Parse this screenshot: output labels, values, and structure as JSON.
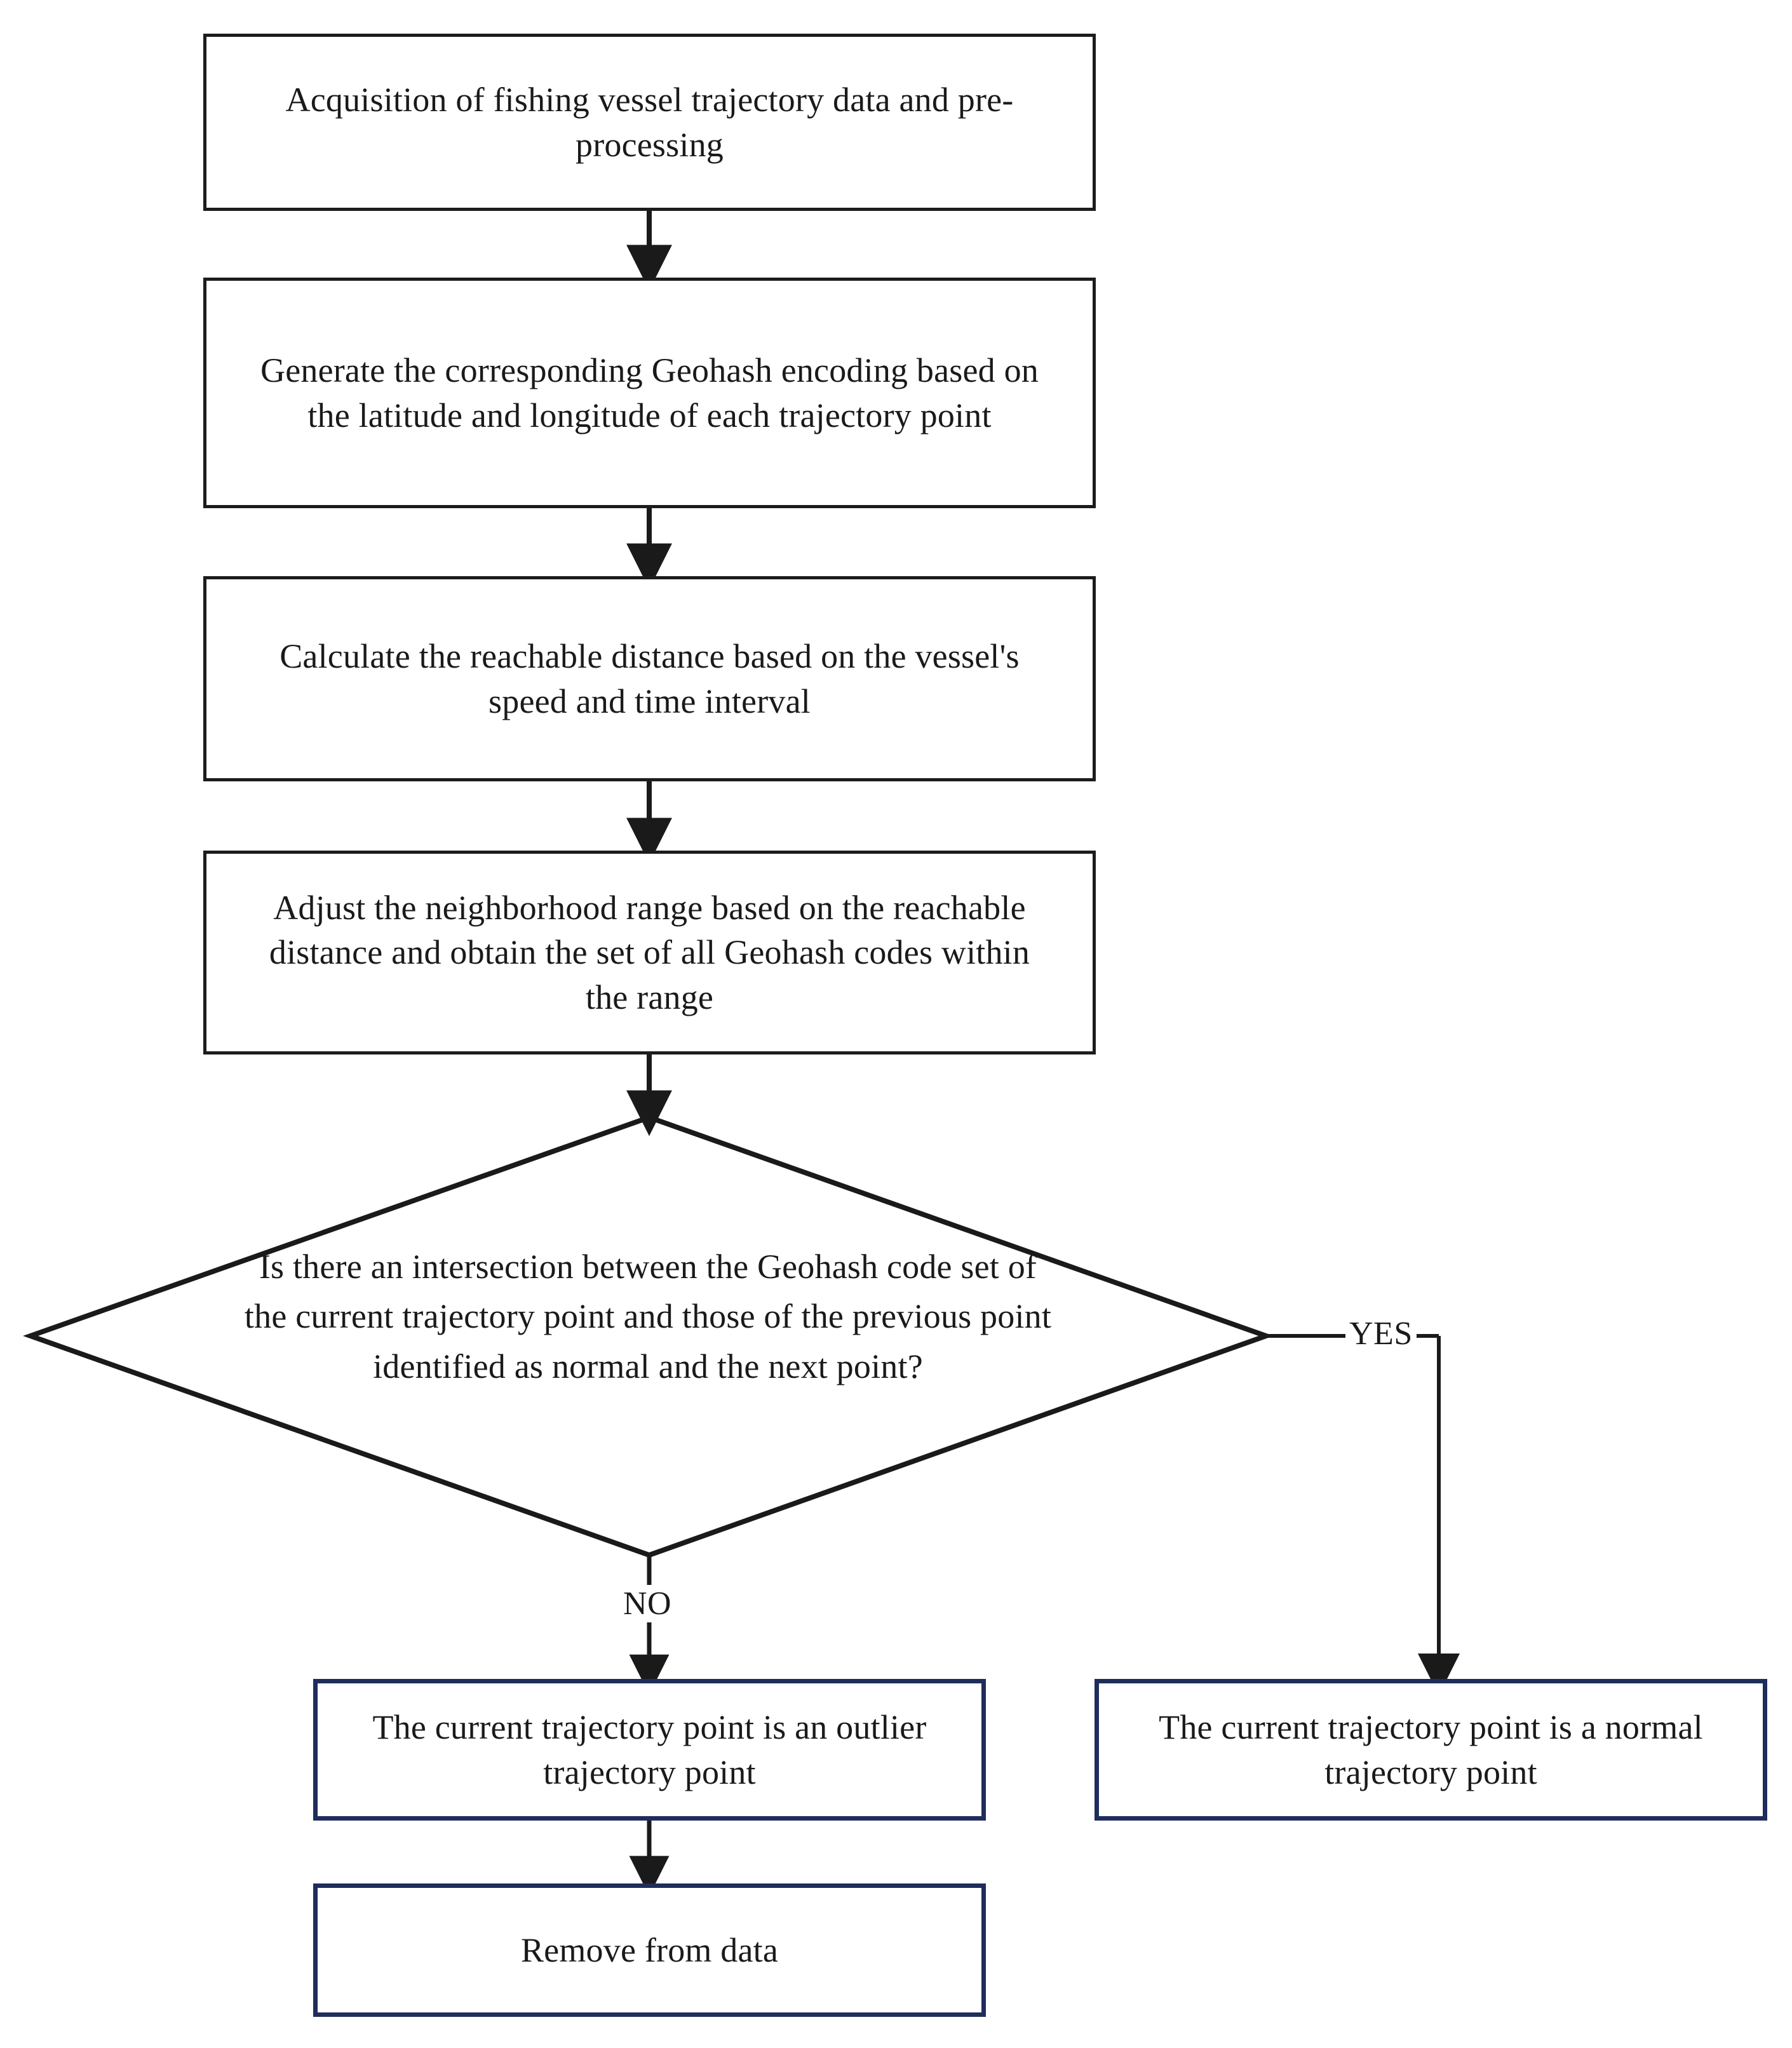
{
  "diagram": {
    "type": "flowchart",
    "title": "Fishing vessel trajectory outlier detection flowchart",
    "orientation": "top-to-bottom",
    "colors": {
      "process_border": "#1c1c1c",
      "result_border": "#1f2d5c",
      "connector": "#1a1a1a",
      "background": "#ffffff",
      "text": "#1a1a1a"
    },
    "nodes": {
      "step1": {
        "shape": "rectangle",
        "text": "Acquisition of fishing vessel trajectory data and pre-processing"
      },
      "step2": {
        "shape": "rectangle",
        "text": "Generate the corresponding Geohash encoding based on the latitude and longitude of each trajectory point"
      },
      "step3": {
        "shape": "rectangle",
        "text": "Calculate the reachable distance based on the vessel's speed and time interval"
      },
      "step4": {
        "shape": "rectangle",
        "text": "Adjust the neighborhood range based on the reachable distance and obtain the set of all Geohash codes within the range"
      },
      "decision": {
        "shape": "diamond",
        "text": "Is there an intersection between the Geohash code set of the current trajectory point and those of the previous point identified as normal and the next point?"
      },
      "outlier": {
        "shape": "rectangle",
        "text": "The current trajectory point is an outlier trajectory point"
      },
      "normal": {
        "shape": "rectangle",
        "text": "The current trajectory point is a normal trajectory point"
      },
      "remove": {
        "shape": "rectangle",
        "text": "Remove from data"
      }
    },
    "edge_labels": {
      "yes": "YES",
      "no": "NO"
    }
  }
}
